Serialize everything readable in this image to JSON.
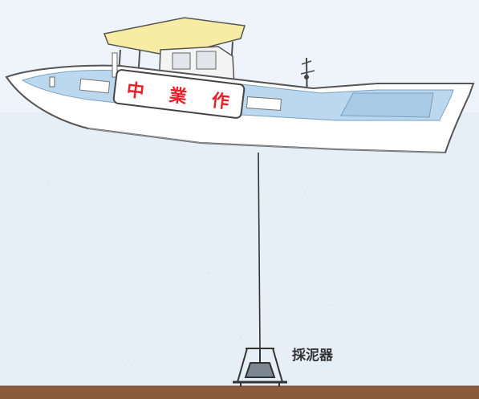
{
  "sign": {
    "chars": [
      "中",
      "業",
      "作"
    ]
  },
  "sampler": {
    "label": "採泥器"
  },
  "colors": {
    "sky": "#e6f0f7",
    "water": "#e8eff7",
    "seabed": "#8a5a3a",
    "hull": "#ffffff",
    "deck": "#bcd8ee",
    "canopy": "#f7eca4",
    "sign_text": "#e8202a",
    "line": "#333333"
  }
}
